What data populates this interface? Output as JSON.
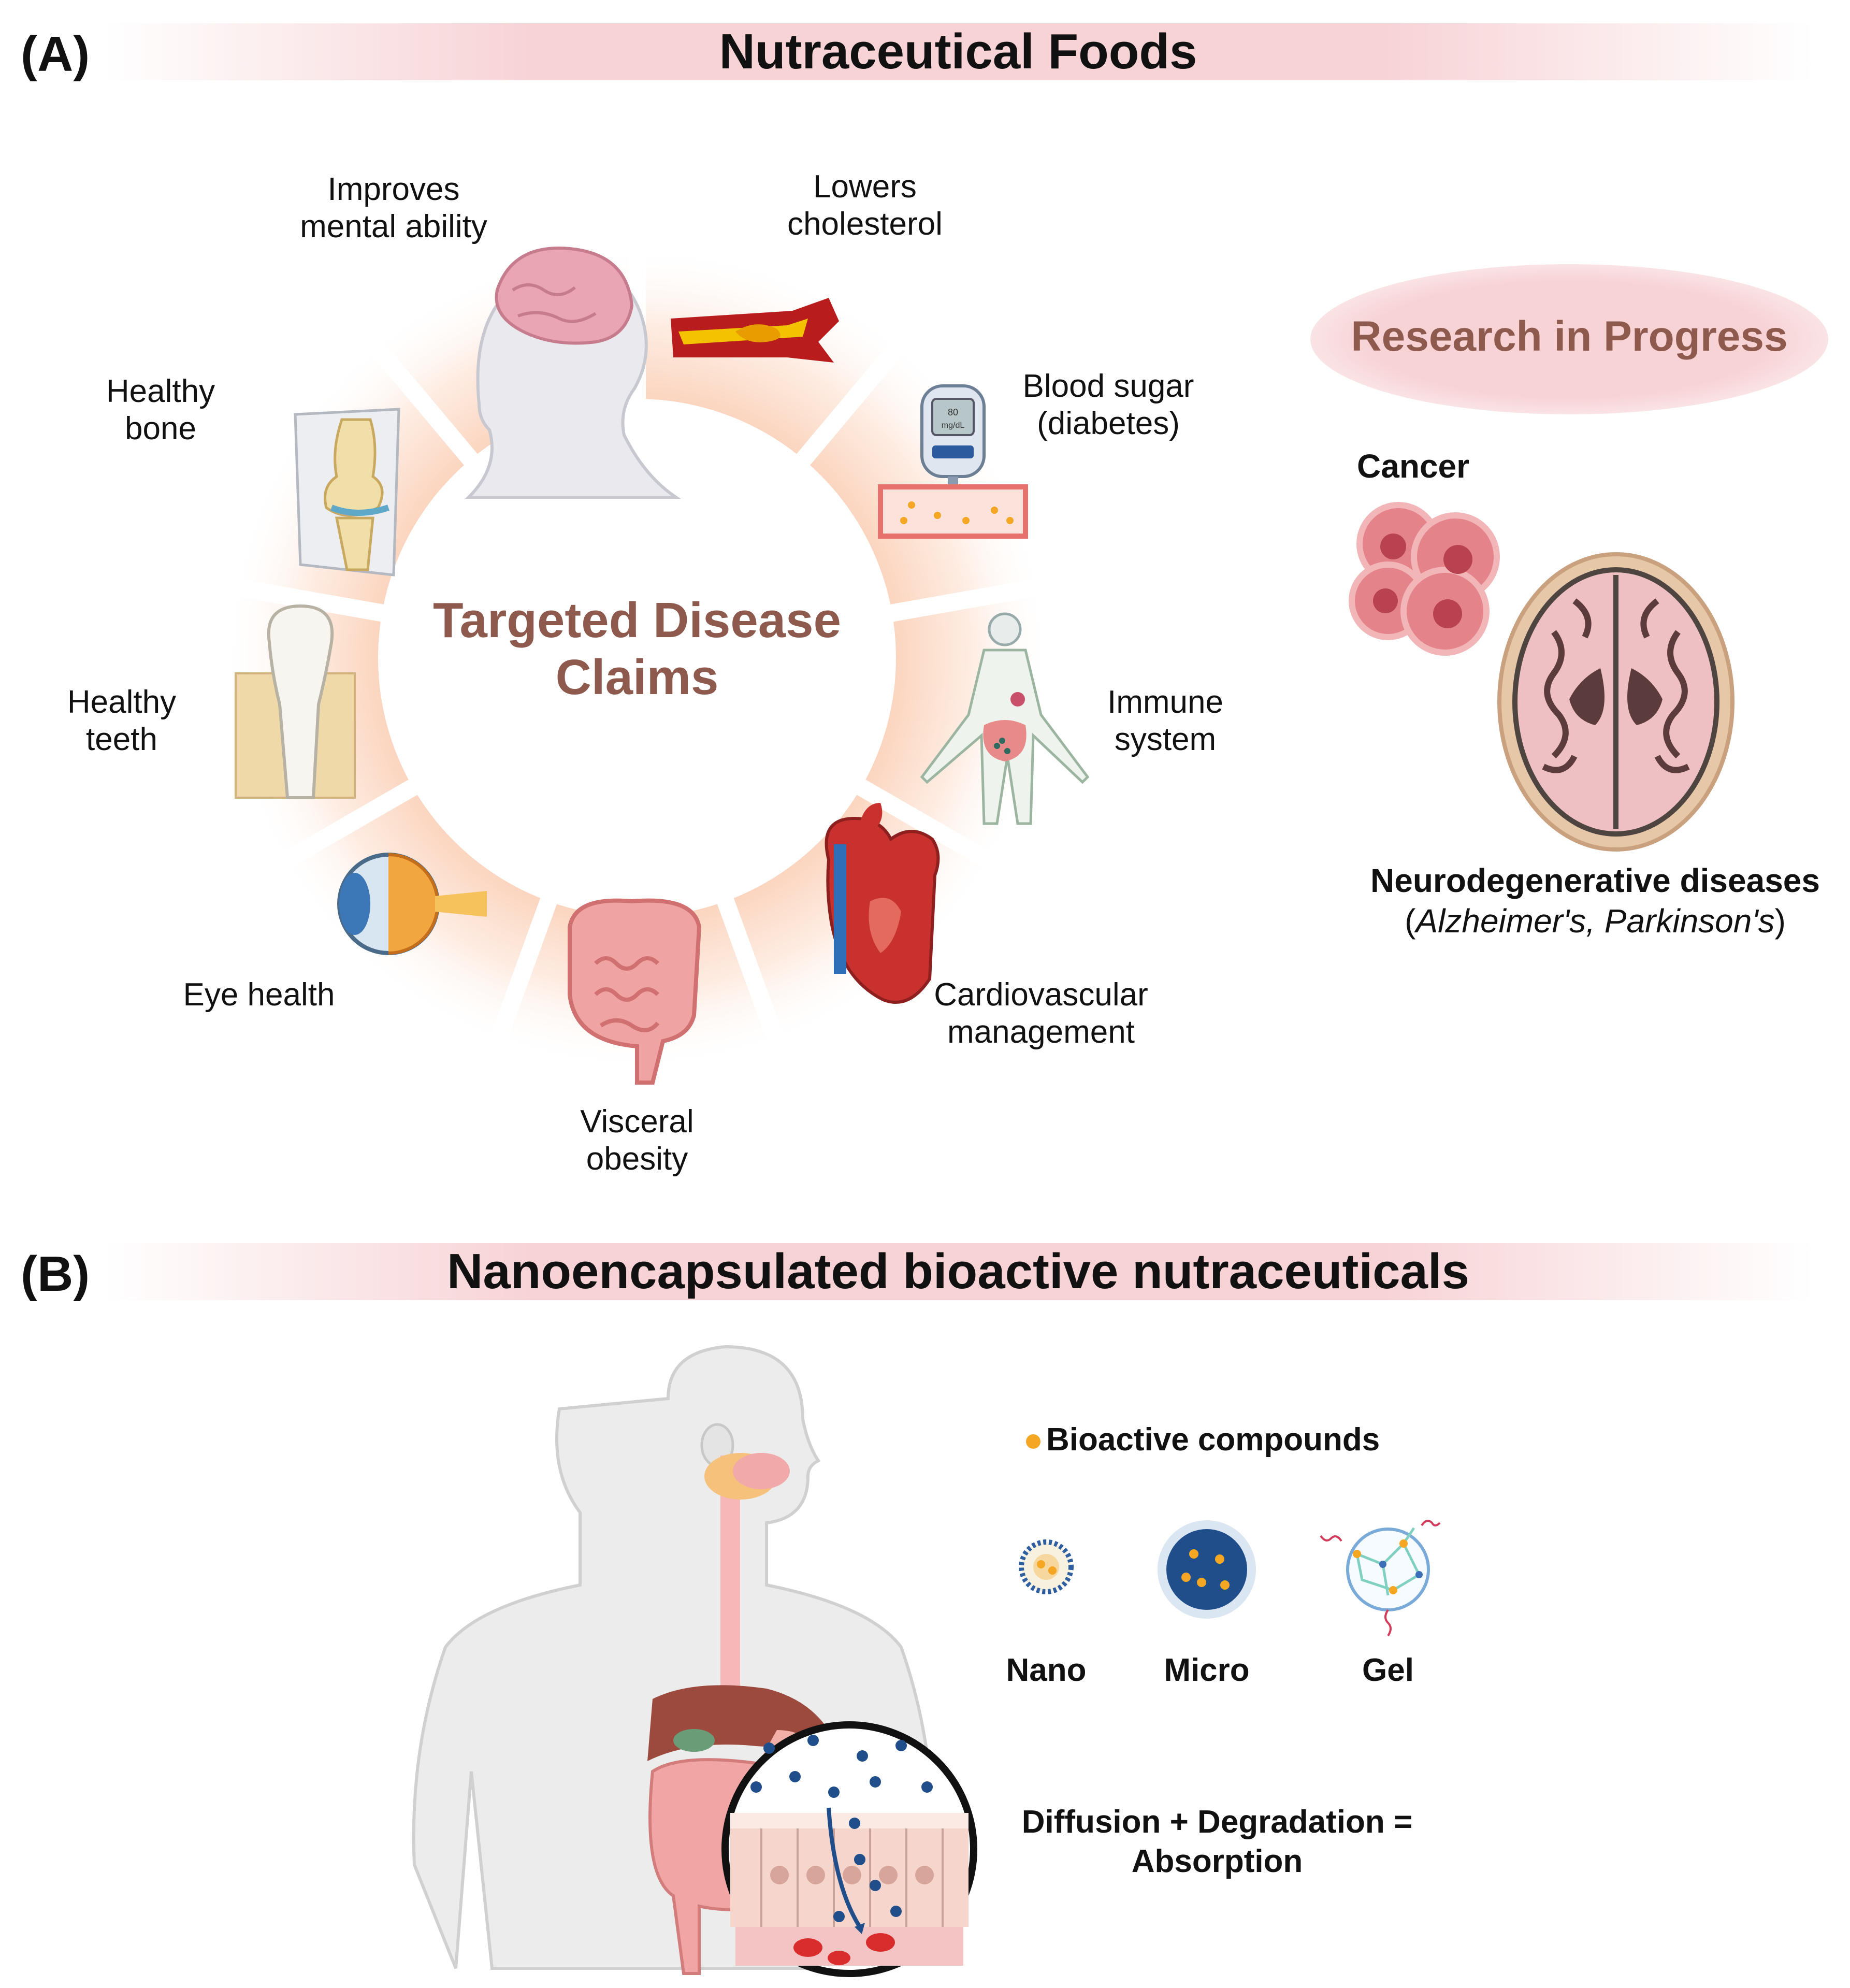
{
  "panel_a": {
    "label": "(A)",
    "title": "Nutraceutical Foods",
    "center_title": [
      "Targeted Disease",
      "Claims"
    ],
    "claims": [
      {
        "lines": [
          "Improves",
          "mental ability"
        ],
        "icon": "brain-head-icon"
      },
      {
        "lines": [
          "Lowers",
          "cholesterol"
        ],
        "icon": "artery-plaque-icon"
      },
      {
        "lines": [
          "Blood sugar",
          "(diabetes)"
        ],
        "icon": "glucose-meter-icon"
      },
      {
        "lines": [
          "Immune",
          "system"
        ],
        "icon": "lymphatic-body-icon"
      },
      {
        "lines": [
          "Cardiovascular",
          "management"
        ],
        "icon": "heart-icon"
      },
      {
        "lines": [
          "Visceral",
          "obesity"
        ],
        "icon": "intestine-icon"
      },
      {
        "lines": [
          "Eye health"
        ],
        "icon": "eye-icon"
      },
      {
        "lines": [
          "Healthy",
          "teeth"
        ],
        "icon": "tooth-icon"
      },
      {
        "lines": [
          "Healthy",
          "bone"
        ],
        "icon": "knee-joint-icon"
      }
    ],
    "meter_reading": [
      "80",
      "mg/dL"
    ],
    "research": {
      "title": "Research in Progress",
      "cancer": "Cancer",
      "neuro": "Neurodegenerative diseases",
      "neuro_sub_open": "(",
      "neuro_sub_italic": "Alzheimer's, Parkinson's",
      "neuro_sub_close": ")"
    }
  },
  "panel_b": {
    "label": "(B)",
    "title": "Nanoencapsulated bioactive nutraceuticals",
    "legend": "Bioactive compounds",
    "carriers": [
      {
        "label": "Nano",
        "icon": "liposome-icon"
      },
      {
        "label": "Micro",
        "icon": "microsphere-icon"
      },
      {
        "label": "Gel",
        "icon": "hydrogel-icon"
      }
    ],
    "equation": [
      "Diffusion + Degradation =",
      "Absorption"
    ]
  },
  "colors": {
    "banner": "#f7d3d6",
    "center_title": "#8e5a4e",
    "research_title": "#8e5a4e",
    "wedge": "#fbd9c7",
    "bioactive_dot": "#f5a623"
  }
}
